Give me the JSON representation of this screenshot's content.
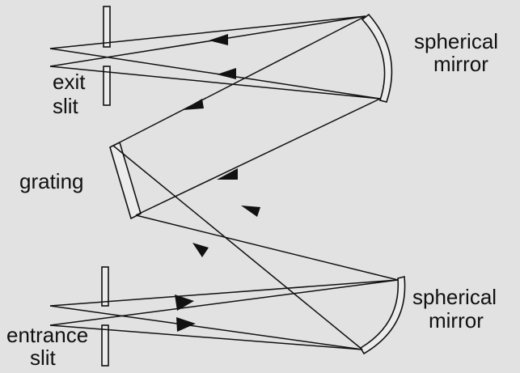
{
  "labels": {
    "exit_slit": [
      "exit",
      "slit"
    ],
    "grating": "grating",
    "entrance_slit": [
      "entrance",
      "slit"
    ],
    "top_mirror": [
      "spherical",
      "mirror"
    ],
    "bottom_mirror": [
      "spherical",
      "mirror"
    ]
  },
  "colors": {
    "background": "#e2e2e2",
    "ink": "#111111"
  }
}
